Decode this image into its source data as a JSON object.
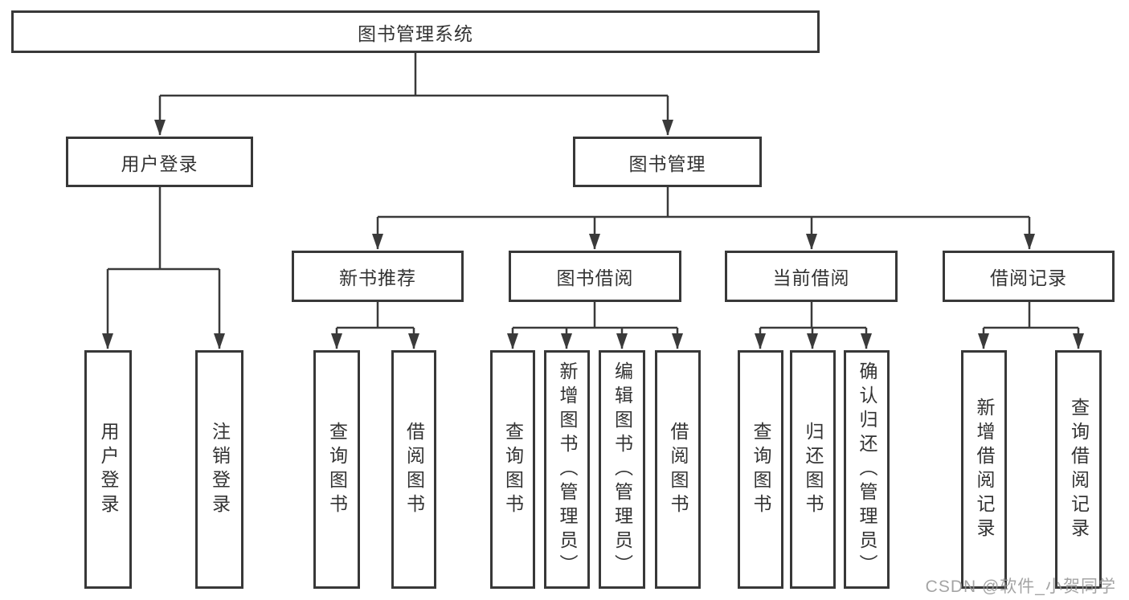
{
  "diagram": {
    "title_node": {
      "label": "图书管理系统"
    },
    "level2": {
      "user_login": {
        "label": "用户登录"
      },
      "book_management": {
        "label": "图书管理"
      }
    },
    "level3": {
      "new_book_recommend": {
        "label": "新书推荐"
      },
      "book_borrowing": {
        "label": "图书借阅"
      },
      "current_borrowing": {
        "label": "当前借阅"
      },
      "borrowing_records": {
        "label": "借阅记录"
      }
    },
    "leaves": {
      "user_login": [
        "用户登录",
        "注销登录"
      ],
      "new_book_recommend": [
        "查询图书",
        "借阅图书"
      ],
      "book_borrowing": [
        "查询图书",
        "新增图书（管理员）",
        "编辑图书（管理员）",
        "借阅图书"
      ],
      "current_borrowing": [
        "查询图书",
        "归还图书",
        "确认归还（管理员）"
      ],
      "borrowing_records": [
        "新增借阅记录",
        "查询借阅记录"
      ]
    },
    "line_color": "#3a3a3a",
    "text_color": "#333333",
    "border_color": "#383838"
  },
  "watermark": {
    "text": "CSDN @软件_小贺同学",
    "color": "#949494"
  }
}
